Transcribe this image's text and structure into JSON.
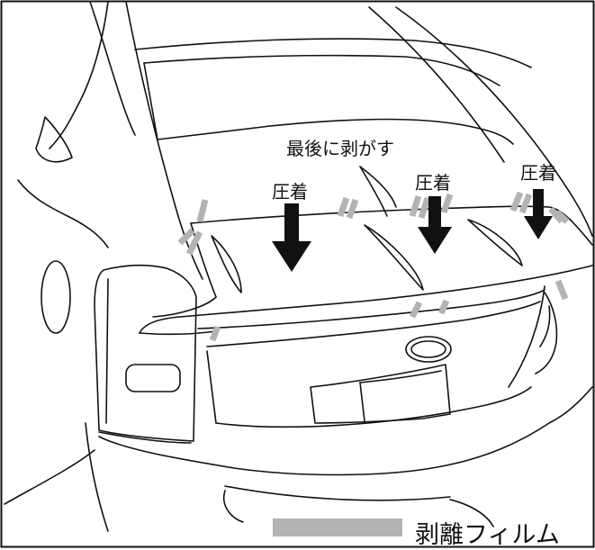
{
  "labels": {
    "peel_last": "最後に剥がす",
    "press_1": "圧着",
    "press_2": "圧着",
    "press_3": "圧着"
  },
  "legend": {
    "label": "剥離フィルム",
    "color": "#b3b3b3"
  },
  "colors": {
    "outline": "#111111",
    "arrow": "#111111",
    "film": "#b3b3b3"
  }
}
